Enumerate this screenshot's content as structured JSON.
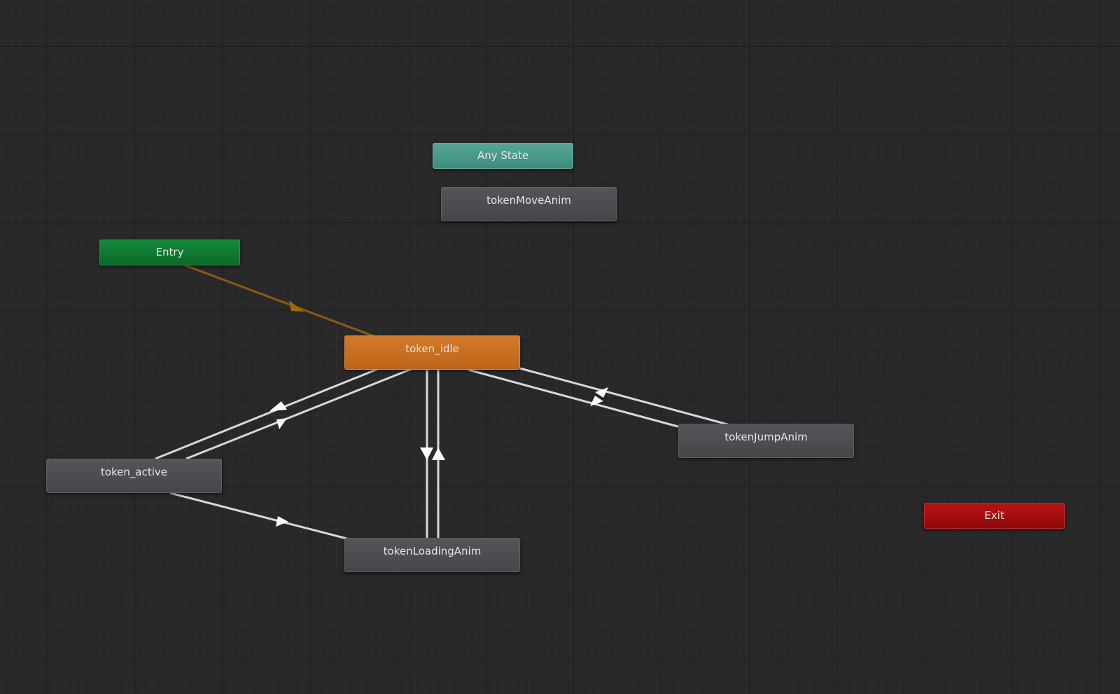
{
  "states": {
    "any_state": "Any State",
    "entry": "Entry",
    "exit": "Exit",
    "token_move": "tokenMoveAnim",
    "token_idle": "token_idle",
    "token_active": "token_active",
    "token_loading": "tokenLoadingAnim",
    "token_jump": "tokenJumpAnim"
  },
  "colors": {
    "canvas_background": "#282828",
    "entry_node": "#0f7a33",
    "any_state_node": "#4a998a",
    "exit_node": "#a30f0f",
    "default_state_node": "#c96f20",
    "state_node": "#4e4f53",
    "default_transition": "#8a5a10",
    "transition": "#d8d8d8"
  },
  "transitions": [
    {
      "from": "Entry",
      "to": "token_idle",
      "kind": "default-transition"
    },
    {
      "from": "token_idle",
      "to": "token_active",
      "kind": "transition"
    },
    {
      "from": "token_active",
      "to": "token_idle",
      "kind": "transition"
    },
    {
      "from": "token_idle",
      "to": "tokenLoadingAnim",
      "kind": "transition"
    },
    {
      "from": "tokenLoadingAnim",
      "to": "token_idle",
      "kind": "transition"
    },
    {
      "from": "token_idle",
      "to": "tokenJumpAnim",
      "kind": "transition"
    },
    {
      "from": "tokenJumpAnim",
      "to": "token_idle",
      "kind": "transition"
    },
    {
      "from": "token_active",
      "to": "tokenLoadingAnim",
      "kind": "transition"
    }
  ]
}
